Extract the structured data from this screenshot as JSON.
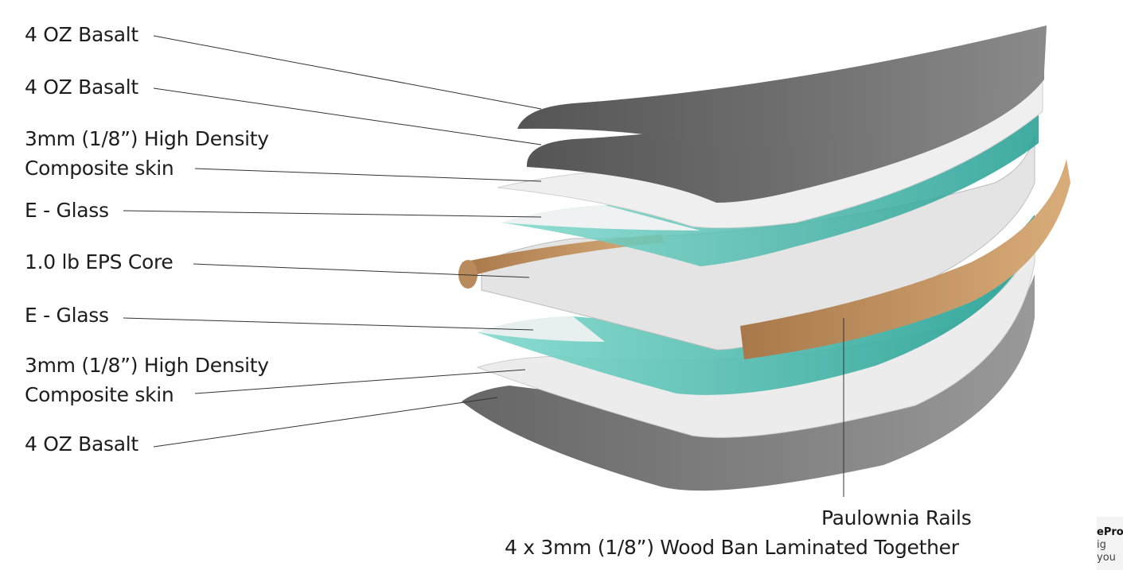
{
  "labels": [
    {
      "text": "4 OZ Basalt"
    },
    {
      "text": "4 OZ Basalt"
    },
    {
      "text": "3mm (1/8”) High Density",
      "text2": "Composite skin"
    },
    {
      "text": "E - Glass"
    },
    {
      "text": "1.0 lb EPS Core"
    },
    {
      "text": "E - Glass"
    },
    {
      "text": "3mm (1/8”) High Density",
      "text2": "Composite skin"
    },
    {
      "text": "4 OZ Basalt"
    }
  ],
  "rails": {
    "line1": "Paulownia Rails",
    "line2": "4 x 3mm (1/8”) Wood Ban Laminated Together"
  },
  "corner": {
    "line1": "ePro",
    "line2": "ig you"
  },
  "colors": {
    "basalt": "#5a5a5a",
    "skin": "#e6e6e6",
    "glass": "#3fb8a8",
    "core": "#dcdcdc",
    "wood": "#c99a66"
  }
}
